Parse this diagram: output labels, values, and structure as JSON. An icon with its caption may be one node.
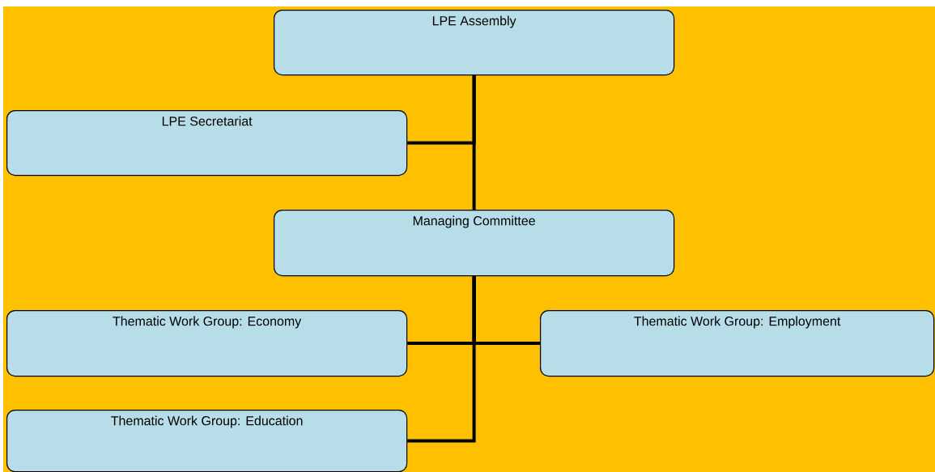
{
  "diagram": {
    "nodes": [
      {
        "text": [
          "LPE Assembly"
        ]
      },
      {
        "text": [
          "LPE Secretariat"
        ]
      },
      {
        "text": [
          "Managing Committee"
        ]
      },
      {
        "text": [
          "Thematic Work Group: Economy"
        ]
      },
      {
        "text": [
          "Thematic Work Group: Employment"
        ]
      },
      {
        "text": [
          "Thematic Work Group: Education"
        ]
      }
    ],
    "edges": [
      {
        "from": 0,
        "to": 1,
        "arrow": "none"
      },
      {
        "from": 0,
        "to": 2,
        "arrow": "none"
      },
      {
        "from": 2,
        "to": 3,
        "arrow": "none"
      },
      {
        "from": 2,
        "to": 4,
        "arrow": "none"
      },
      {
        "from": 2,
        "to": 5,
        "arrow": "none"
      }
    ]
  }
}
